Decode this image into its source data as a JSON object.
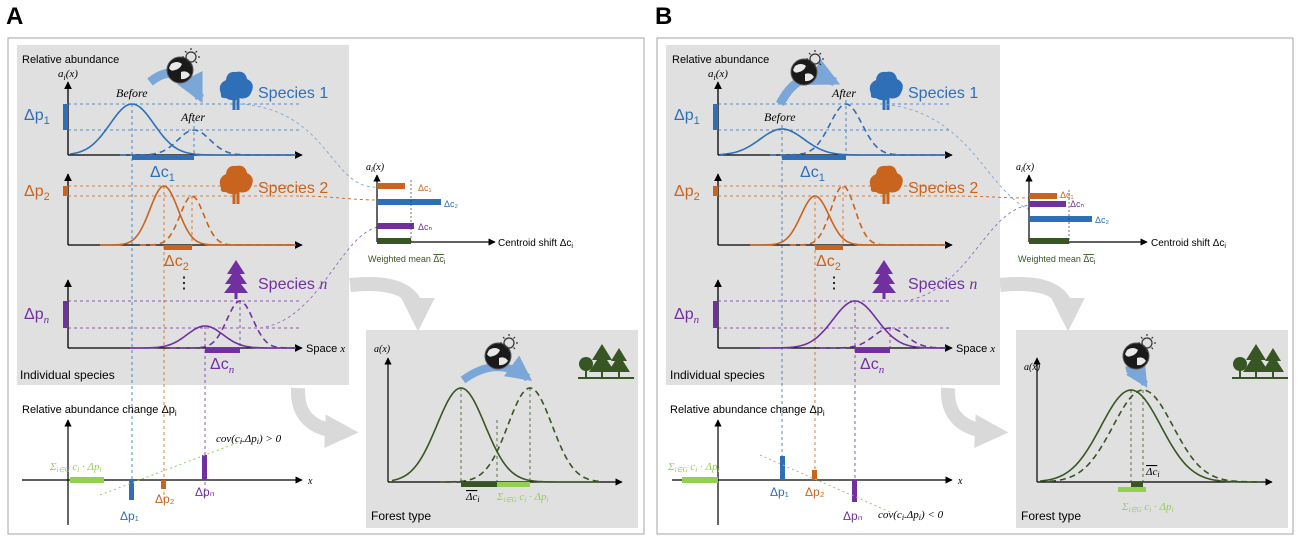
{
  "panels": [
    {
      "letter": "A",
      "relative_abundance_label": "Relative abundance",
      "ai_axis": "a",
      "ai_axis_sub": "i",
      "ai_axis_tail": "(x)",
      "before_label": "Before",
      "after_label": "After",
      "species": [
        {
          "name": "Species 1",
          "dp": "Δp",
          "dp_sub": "1",
          "dc": "Δc",
          "dc_sub": "1",
          "color": "#2f6fb8"
        },
        {
          "name": "Species 2",
          "dp": "Δp",
          "dp_sub": "2",
          "dc": "Δc",
          "dc_sub": "2",
          "color": "#c8641e"
        },
        {
          "name": "Species ",
          "name_var": "n",
          "dp": "Δp",
          "dp_sub": "n",
          "dc": "Δc",
          "dc_sub": "n",
          "color": "#7030a0"
        }
      ],
      "ellipsis": "⋮",
      "space_axis": "Space ",
      "space_var": "x",
      "individual_species": "Individual species",
      "centroid_axis_label": "Centroid shift Δc",
      "centroid_axis_sub": "i",
      "weighted_mean": "Weighted mean ",
      "weighted_mean_sym": "Δc",
      "weighted_mean_sub": "i",
      "small_bar_labels": [
        "Δc₁",
        "Δc₂",
        "Δcₙ"
      ],
      "rel_change_label": "Relative abundance change Δp",
      "rel_change_sub": "i",
      "cov_label": "cov(c",
      "cov_rest": "i",
      "cov_tail": ".Δp",
      "cov_sub2": "i",
      "cov_rel": ") > 0",
      "sum_label": "Σ",
      "sum_sub": "i∈G",
      "sum_rest": " c",
      "sum_rest_sub": "i",
      "sum_tail": " · Δp",
      "sum_tail_sub": "i",
      "x_label": "x",
      "ax_label": "a(x)",
      "forest_type": "Forest type",
      "forest_mean_sym": "Δc",
      "forest_mean_sub": "i",
      "arrow_dp_labels": [
        "Δp₁",
        "Δp₂",
        "Δpₙ"
      ]
    },
    {
      "letter": "B",
      "relative_abundance_label": "Relative abundance",
      "before_label": "Before",
      "after_label": "After",
      "individual_species": "Individual species",
      "forest_type": "Forest type",
      "cov_rel": ") < 0",
      "centroid_axis_label": "Centroid shift Δc",
      "weighted_mean": "Weighted mean ",
      "rel_change_label": "Relative abundance change Δp"
    }
  ],
  "colors": {
    "species1": "#2f6fb8",
    "species2": "#c8641e",
    "speciesn": "#7030a0",
    "forest": "#375623",
    "forest_light": "#92d050",
    "panel_bg": "#e0e0e0",
    "arrow": "#7aa7d8",
    "big_arrow": "#d9d9d9"
  },
  "icons": [
    "globe-sun-icon",
    "tree-icon",
    "forest-icon"
  ]
}
